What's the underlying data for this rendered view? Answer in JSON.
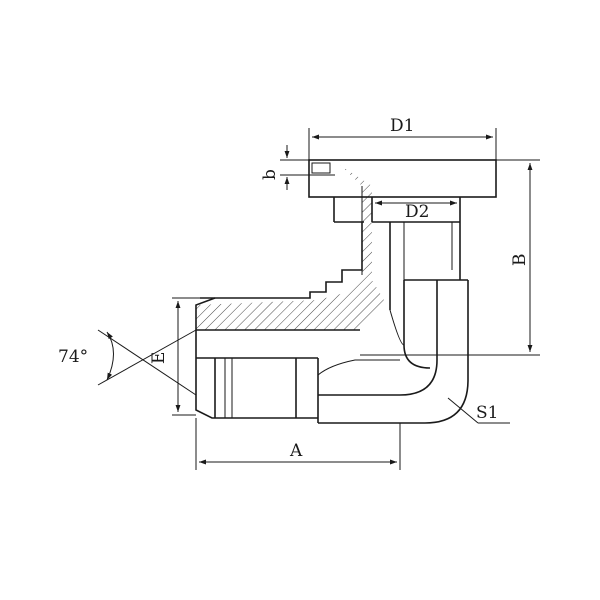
{
  "labels": {
    "d1": "D1",
    "d2": "D2",
    "b_small": "b",
    "b_height": "B",
    "e": "E",
    "angle": "74°",
    "a": "A",
    "s1": "S1"
  }
}
